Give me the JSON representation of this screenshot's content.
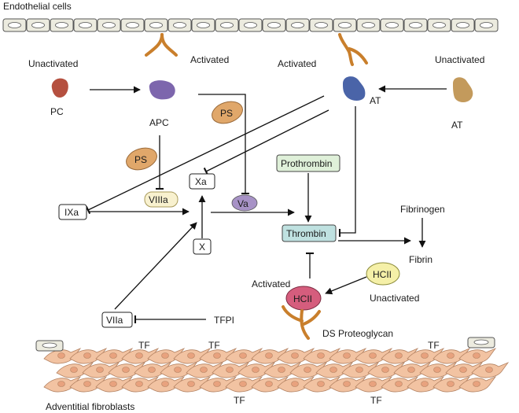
{
  "colors": {
    "pc": "#b5503f",
    "apc": "#7d66ad",
    "at_active": "#4a64a8",
    "at_inactive": "#c39a5c",
    "ps": "#e0a76a",
    "viiia": "#f8f1cf",
    "va": "#a792c6",
    "prothrombin": "#dff0d9",
    "thrombin": "#bfe1e0",
    "hcii_active": "#d55d7d",
    "hcii_inactive": "#f5f0a8",
    "proteoglycan": "#c97f2c",
    "fibroblast": "#f2c3a2",
    "fibroblast_stroke": "#b48363",
    "endothelial": "#ecebdf"
  },
  "labels": {
    "endothelial_cells": "Endothelial cells",
    "unactivated_left": "Unactivated",
    "activated_apc": "Activated",
    "activated_at": "Activated",
    "unactivated_at": "Unactivated",
    "pc": "PC",
    "apc": "APC",
    "at_active": "AT",
    "at_inactive": "AT",
    "ps_top": "PS",
    "ps_left": "PS",
    "xa": "Xa",
    "va": "Va",
    "viiia": "VIIIa",
    "ixa": "IXa",
    "x": "X",
    "viia": "VIIa",
    "tfpi": "TFPI",
    "prothrombin": "Prothrombin",
    "thrombin": "Thrombin",
    "fibrinogen": "Fibrinogen",
    "fibrin": "Fibrin",
    "hcii_active": "HCII",
    "hcii_inactive": "HCII",
    "activated_hcii": "Activated",
    "unactivated_hcii": "Unactivated",
    "ds_proteoglycan": "DS Proteoglycan",
    "tf_1": "TF",
    "tf_2": "TF",
    "tf_3": "TF",
    "tf_4": "TF",
    "tf_5": "TF",
    "adventitial_fibroblasts": "Adventitial fibroblasts"
  }
}
